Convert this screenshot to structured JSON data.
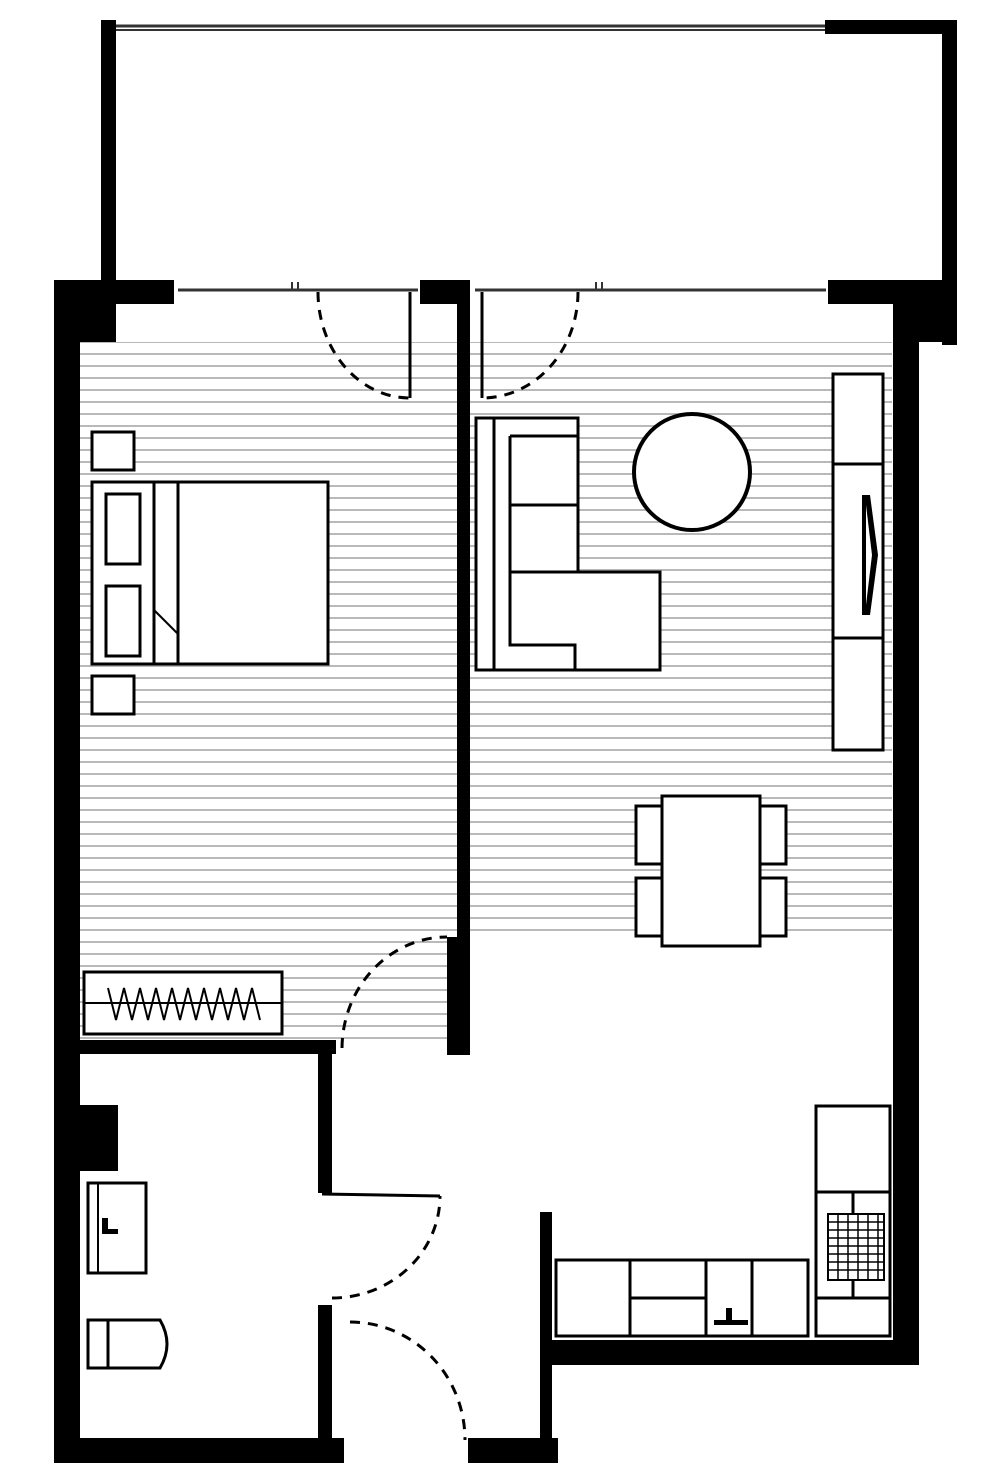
{
  "colors": {
    "wall": "#000000",
    "floor_hatch": "#b9b9b9",
    "furniture_line": "#000000",
    "background": "#ffffff",
    "door_swing": "#000000",
    "glazing": "#333333"
  },
  "rooms": [
    "balcony",
    "bedroom",
    "living-dining",
    "bathroom",
    "entry-hall",
    "kitchen"
  ],
  "furniture": [
    "bed",
    "bedside-table-top",
    "bedside-table-bottom",
    "wardrobe",
    "sofa",
    "round-table",
    "tv-unit",
    "tv",
    "dining-table",
    "dining-chairs",
    "vanity",
    "toilet",
    "fridge",
    "cooktop",
    "kitchen-counter",
    "kitchen-sink"
  ]
}
